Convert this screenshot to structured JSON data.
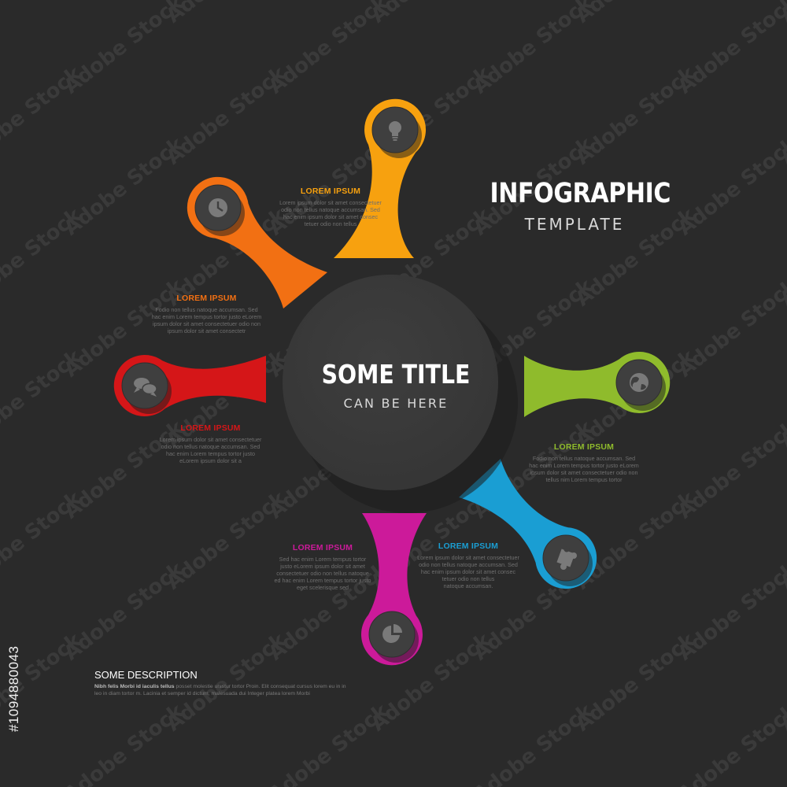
{
  "header": {
    "title": "INFOGRAPHIC",
    "subtitle": "TEMPLATE"
  },
  "center": {
    "title": "SOME TITLE",
    "subtitle": "CAN BE HERE"
  },
  "nodes": [
    {
      "id": "top",
      "color": "#f7a10f",
      "icon": "lightbulb-icon",
      "label": "LOREM IPSUM",
      "text": [
        "Lorem ipsum dolor sit amet consectetuer",
        "odio non tellus natoque accumsan. Sed",
        "hac enim ipsum dolor sit amet consec",
        "tetuer odio non tellus"
      ]
    },
    {
      "id": "upper-left",
      "color": "#f27013",
      "icon": "clock-icon",
      "label": "LOREM IPSUM",
      "text": [
        "Fodio non tellus natoque accumsan. Sed",
        "hac enim Lorem tempus tortor justo eLorem",
        "ipsum dolor sit amet consectetuer odio non",
        "ipsum dolor sit amet consectetr"
      ]
    },
    {
      "id": "left",
      "color": "#d51618",
      "icon": "speech-bubbles-icon",
      "label": "LOREM IPSUM",
      "text": [
        "Lorem ipsum dolor sit amet consectetuer",
        "odio non tellus natoque accumsan. Sed",
        "hac enim Lorem tempus tortor justo",
        "eLorem ipsum dolor sit a"
      ]
    },
    {
      "id": "bottom",
      "color": "#cc1a9a",
      "icon": "pie-chart-icon",
      "label": "LOREM IPSUM",
      "text": [
        "Sed hac enim Lorem tempus tortor",
        "justo eLorem ipsum dolor sit amet",
        "consectetuer odio non tellus natoque",
        "ed hac enim Lorem tempus tortor justo",
        "eget scelerisque sed"
      ]
    },
    {
      "id": "lower-right",
      "color": "#1a9ed3",
      "icon": "puzzle-icon",
      "label": "LOREM IPSUM",
      "text": [
        "Lorem ipsum dolor sit amet consectetuer",
        "odio non tellus natoque accumsan. Sed",
        "hac enim ipsum dolor sit amet consec",
        "tetuer odio non tellus",
        "natoque accumsan."
      ]
    },
    {
      "id": "right",
      "color": "#8fbb2c",
      "icon": "globe-icon",
      "label": "LOREM IPSUM",
      "text": [
        "Fodio non tellus natoque accumsan. Sed",
        "hac enim Lorem tempus tortor justo eLorem",
        "ipsum dolor sit amet consectetuer odio non",
        "tellus nim Lorem tempus tortor"
      ]
    }
  ],
  "description": {
    "title": "SOME DESCRIPTION",
    "bold": "Nibh felis Morbi id iaculis tellus",
    "text": "posset molestie unistur tortor Proin. Elit consequat cursus lorem eu in in leo in diam tortor m. Lacinia et semper id dictum, malesuada dui Integer platea lorem Morbi"
  },
  "watermark": {
    "stock_id": "#1094880043",
    "brand": "Adobe Stock"
  },
  "colors": {
    "background": "#2a2a2a",
    "center_disc": "#3b3b3b",
    "button": "#3f3f3f"
  }
}
